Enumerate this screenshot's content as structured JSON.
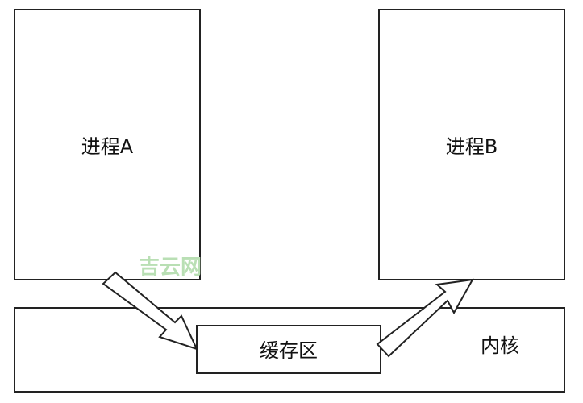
{
  "diagram": {
    "process_a": {
      "label": "进程A"
    },
    "process_b": {
      "label": "进程B"
    },
    "kernel": {
      "label": "内核"
    },
    "buffer": {
      "label": "缓存区"
    },
    "watermark": {
      "text": "吉云网"
    },
    "flows": [
      {
        "from": "进程A",
        "to": "缓存区"
      },
      {
        "from": "缓存区",
        "to": "进程B"
      }
    ]
  }
}
